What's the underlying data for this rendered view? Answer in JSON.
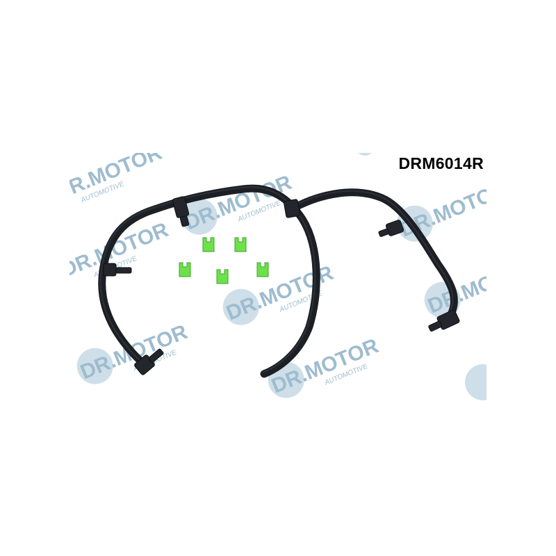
{
  "product": {
    "part_number": "DRM6014R"
  },
  "watermark": {
    "brand": "DR.MOTOR",
    "tagline": "AUTOMOTIVE",
    "color": "#5a8fb0"
  },
  "colors": {
    "hose": "#1c1f24",
    "clip": "#6de04a"
  }
}
